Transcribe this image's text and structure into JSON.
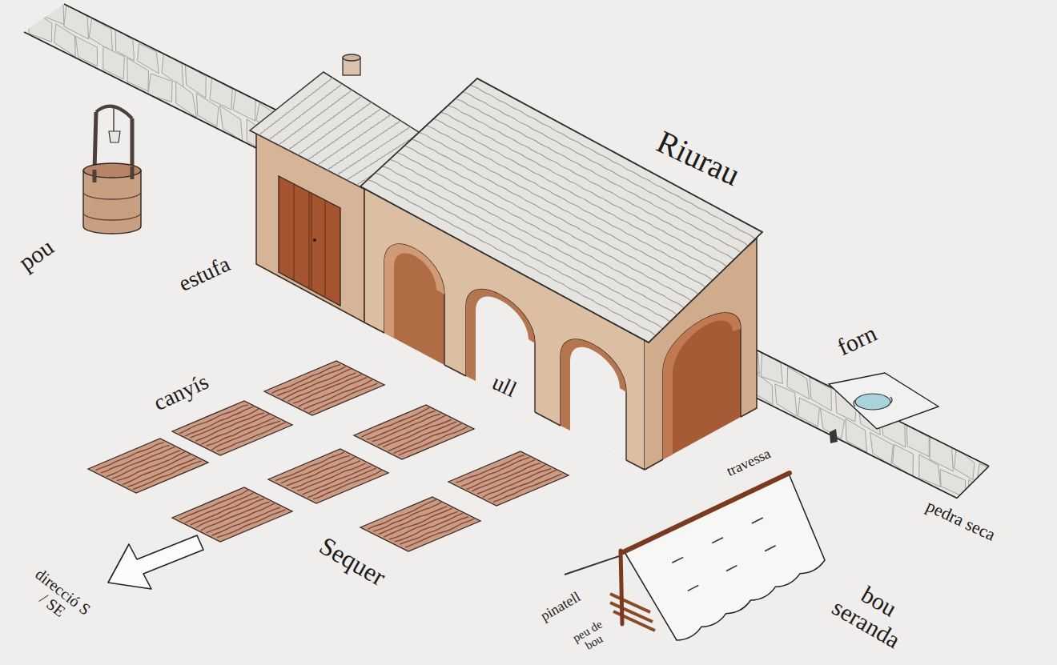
{
  "diagram": {
    "labels": [
      "pou",
      "estufa",
      "Riurau",
      "ull",
      "forn",
      "canyís",
      "pedra seca",
      "Sequer",
      "direcció S / SE",
      "travessa",
      "pinatell",
      "peu de bou",
      "bou seranda"
    ]
  }
}
